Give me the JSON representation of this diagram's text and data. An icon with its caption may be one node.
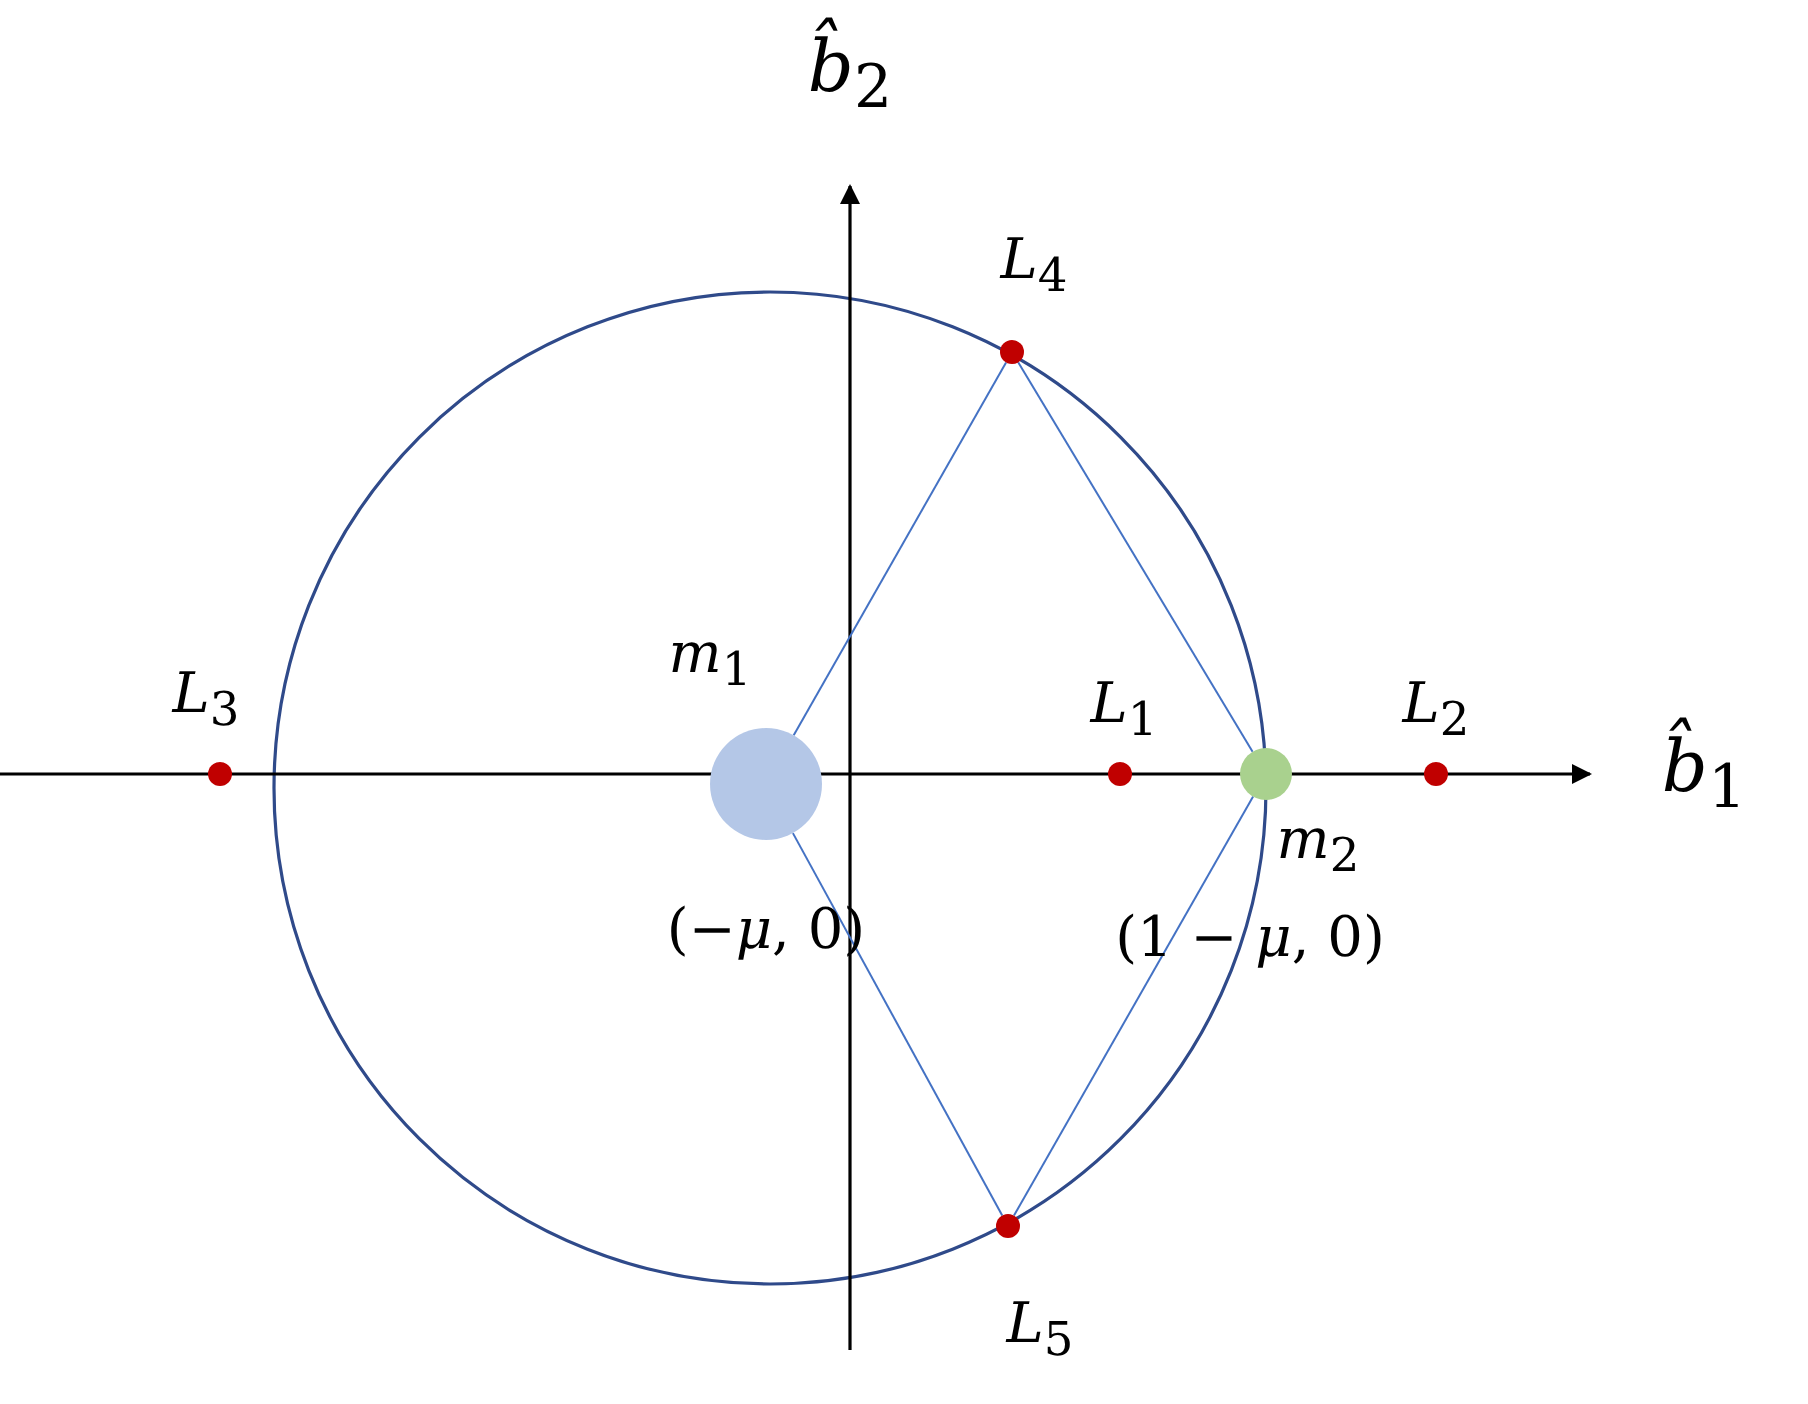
{
  "diagram": {
    "nodes": [
      {
        "text": [
          "*m*$_{1}$"
        ],
        "beside": [
          "(−*μ*, 0)"
        ]
      },
      {
        "text": [
          "*m*$_{2}$"
        ],
        "beside": [
          "(1 − *μ*, 0)"
        ]
      },
      {
        "text": [
          "*L*$_{1}$"
        ]
      },
      {
        "text": [
          "*L*$_{2}$"
        ]
      },
      {
        "text": [
          "*L*$_{3}$"
        ]
      },
      {
        "text": [
          "*L*$_{4}$"
        ]
      },
      {
        "text": [
          "*L*$_{5}$"
        ]
      }
    ],
    "edges": [
      {
        "from": 0,
        "to": 5,
        "arrow": "none"
      },
      {
        "from": 5,
        "to": 1,
        "arrow": "none"
      },
      {
        "from": 1,
        "to": 6,
        "arrow": "none"
      },
      {
        "from": 6,
        "to": 0,
        "arrow": "none"
      }
    ],
    "labels": [
      "*b̂*$_{1}$",
      "*b̂*$_{2}$"
    ]
  }
}
